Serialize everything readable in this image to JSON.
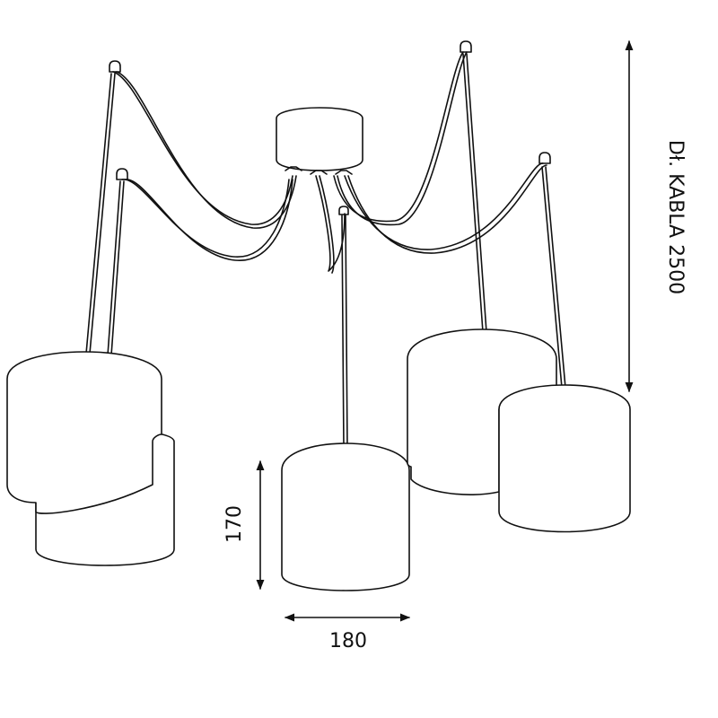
{
  "colors": {
    "line": "#111111",
    "background": "#ffffff"
  },
  "labels": {
    "cable_length": "Dł. KABLA 2500",
    "shade_height": "170",
    "shade_width": "180"
  }
}
